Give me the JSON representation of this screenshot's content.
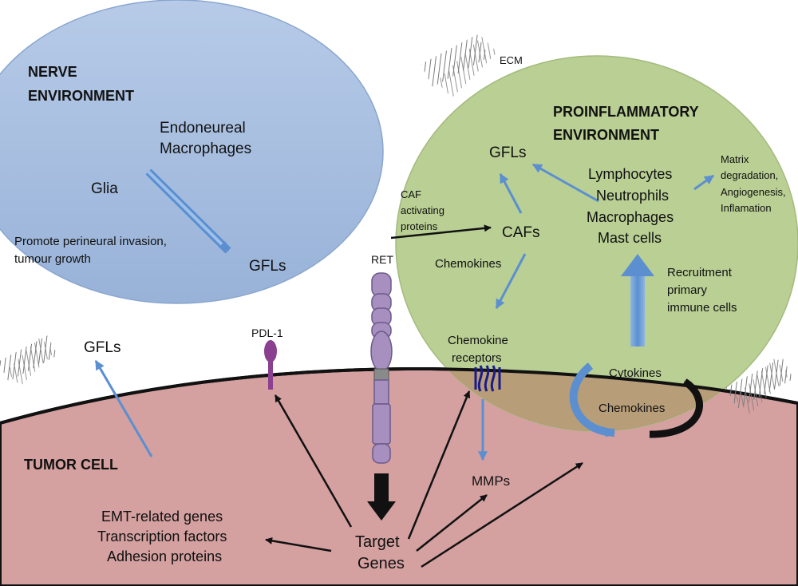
{
  "colors": {
    "nerve_fill": "#9fb9dc",
    "nerve_stroke": "#8aa6cf",
    "inflam_fill": "#b9cf94",
    "tumor_fill": "#d4a0a0",
    "overlap_fill": "#c7a07c",
    "blue_arrow": "#5b8fd0",
    "black_arrow": "#111111",
    "pdl1": "#8b3f8f",
    "ret": "#a78fc0",
    "chemokine_receptor": "#1a1a8a"
  },
  "labels": {
    "nerve_title_1": "NERVE",
    "nerve_title_2": "ENVIRONMENT",
    "endoneureal": "Endoneureal",
    "macrophages_nerve": "Macrophages",
    "glia": "Glia",
    "promote_1": "Promote perineural invasion,",
    "promote_2": "tumour growth",
    "gfls_nerve": "GFLs",
    "ecm": "ECM",
    "inflam_title_1": "PROINFLAMMATORY",
    "inflam_title_2": "ENVIRONMENT",
    "gfls_inflam": "GFLs",
    "lymphocytes": "Lymphocytes",
    "neutrophils": "Neutrophils",
    "macrophages_inflam": "Macrophages",
    "mast_cells": "Mast cells",
    "matrix_1": "Matrix",
    "matrix_2": "degradation,",
    "matrix_3": "Angiogenesis,",
    "matrix_4": "Inflamation",
    "caf_act_1": "CAF",
    "caf_act_2": "activating",
    "caf_act_3": "proteins",
    "cafs": "CAFs",
    "chemokines_top": "Chemokines",
    "recruit_1": "Recruitment",
    "recruit_2": "primary",
    "recruit_3": "immune cells",
    "ret": "RET",
    "pdl1": "PDL-1",
    "gfls_tumor": "GFLs",
    "chemokine_rec_1": "Chemokine",
    "chemokine_rec_2": "receptors",
    "cytokines": "Cytokines",
    "chemokines_bottom": "Chemokines",
    "tumor_cell": "TUMOR CELL",
    "mmps": "MMPs",
    "emt_1": "EMT-related genes",
    "emt_2": "Transcription factors",
    "emt_3": "Adhesion proteins",
    "target_1": "Target",
    "target_2": "Genes"
  }
}
